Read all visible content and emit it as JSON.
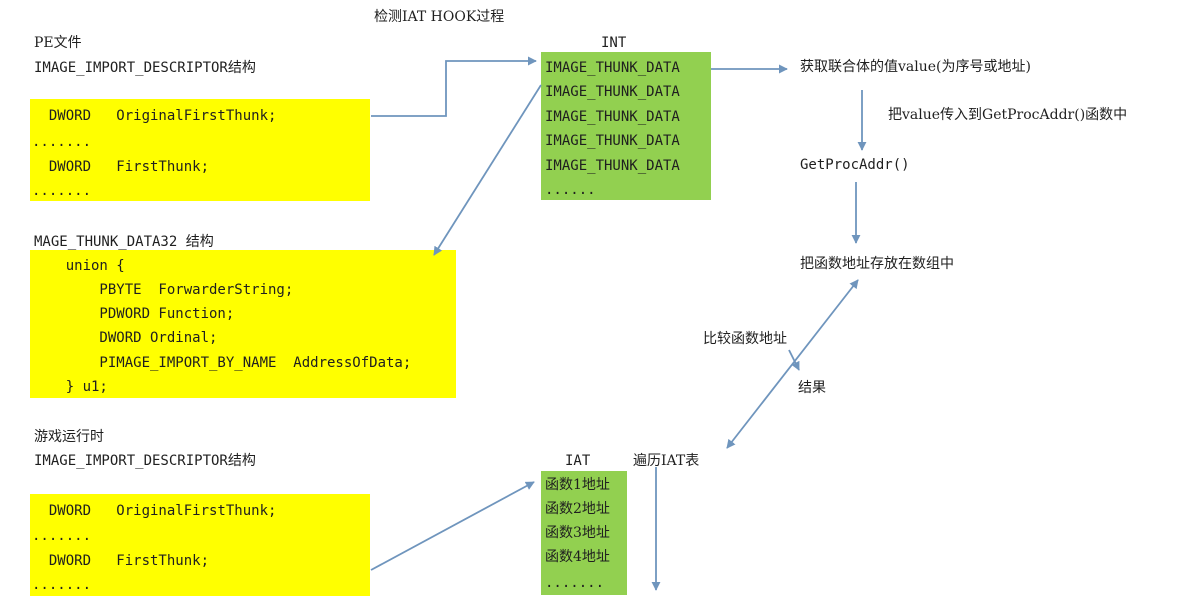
{
  "colors": {
    "yellow": "#ffff00",
    "green": "#92d050",
    "arrow": "#6f95bd",
    "text": "#1f1f1f"
  },
  "header": {
    "title": "检测IAT HOOK过程"
  },
  "pe_file": {
    "label": "PE文件",
    "struct_title": "IMAGE_IMPORT_DESCRIPTOR结构",
    "lines": [
      "  DWORD   OriginalFirstThunk;",
      ".......",
      "  DWORD   FirstThunk;",
      "......."
    ]
  },
  "thunk_struct": {
    "title": "MAGE_THUNK_DATA32 结构",
    "lines": [
      "    union {",
      "        PBYTE  ForwarderString;",
      "        PDWORD Function;",
      "        DWORD Ordinal;",
      "        PIMAGE_IMPORT_BY_NAME  AddressOfData;",
      "    } u1;"
    ]
  },
  "runtime": {
    "label": "游戏运行时",
    "struct_title": "IMAGE_IMPORT_DESCRIPTOR结构",
    "lines": [
      "  DWORD   OriginalFirstThunk;",
      ".......",
      "  DWORD   FirstThunk;",
      "......."
    ]
  },
  "int_table": {
    "label": "INT",
    "rows": [
      "IMAGE_THUNK_DATA",
      "IMAGE_THUNK_DATA",
      "IMAGE_THUNK_DATA",
      "IMAGE_THUNK_DATA",
      "IMAGE_THUNK_DATA",
      "......"
    ]
  },
  "iat_table": {
    "label": "IAT",
    "rows": [
      "函数1地址",
      "函数2地址",
      "函数3地址",
      "函数4地址",
      "......."
    ]
  },
  "flow": {
    "get_value": "获取联合体的值value(为序号或地址)",
    "pass_value": "把value传入到GetProcAddr()函数中",
    "getprocaddr": "GetProcAddr()",
    "store": "把函数地址存放在数组中",
    "compare": "比较函数地址",
    "result": "结果",
    "traverse": "遍历IAT表"
  }
}
